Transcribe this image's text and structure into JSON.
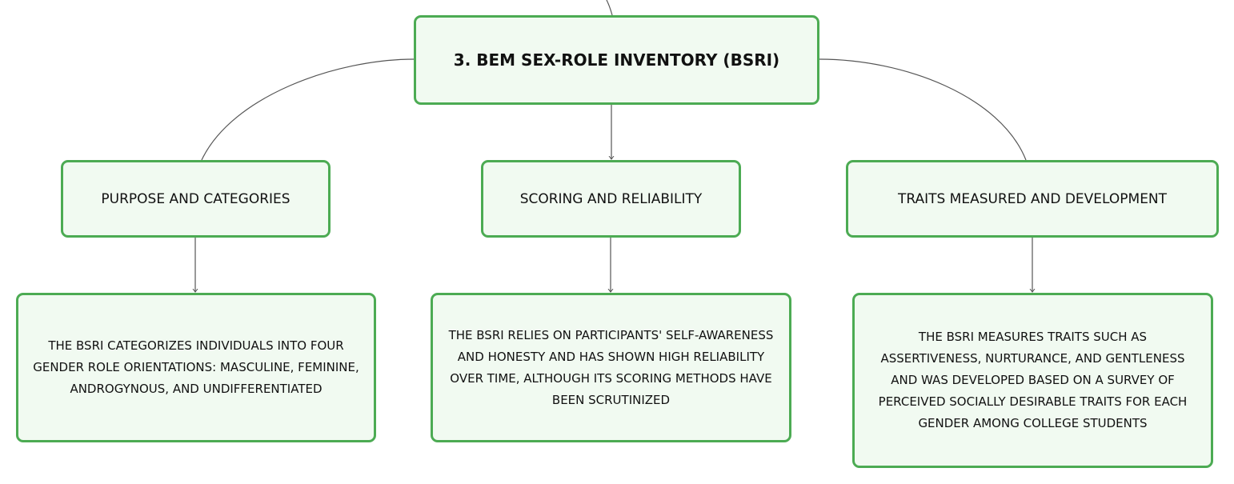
{
  "root": {
    "label": "3. BEM SEX-ROLE INVENTORY (BSRI)"
  },
  "branches": [
    {
      "label": "PURPOSE AND CATEGORIES",
      "detail": "THE BSRI CATEGORIZES INDIVIDUALS INTO FOUR GENDER ROLE ORIENTATIONS: MASCULINE, FEMININE, ANDROGYNOUS, AND UNDIFFERENTIATED"
    },
    {
      "label": "SCORING AND RELIABILITY",
      "detail": "THE BSRI RELIES ON PARTICIPANTS' SELF-AWARENESS AND HONESTY AND HAS SHOWN HIGH RELIABILITY OVER TIME, ALTHOUGH ITS SCORING METHODS HAVE BEEN SCRUTINIZED"
    },
    {
      "label": "TRAITS MEASURED AND DEVELOPMENT",
      "detail": "THE BSRI MEASURES TRAITS SUCH AS ASSERTIVENESS, NURTURANCE, AND GENTLENESS AND WAS DEVELOPED BASED ON A SURVEY OF PERCEIVED SOCIALLY DESIRABLE TRAITS FOR EACH GENDER AMONG COLLEGE STUDENTS"
    }
  ],
  "colors": {
    "node_border": "#4cab53",
    "node_fill": "#f1faf1",
    "connector": "#555555",
    "text": "#111111"
  }
}
